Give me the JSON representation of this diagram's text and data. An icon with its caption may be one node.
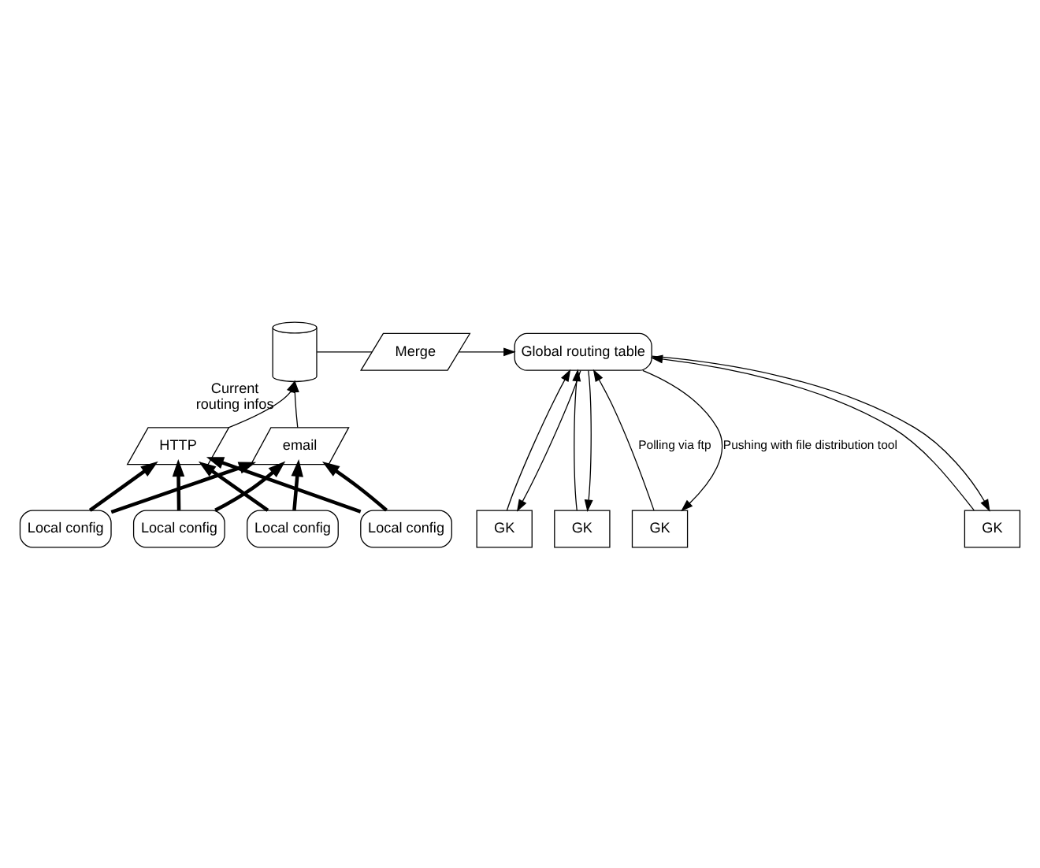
{
  "diagram": {
    "nodes": [
      {
        "text": [],
        "shape": "cylinder",
        "beside": [
          "Current routing infos"
        ]
      },
      {
        "text": [
          "Merge"
        ]
      },
      {
        "text": [
          "Global routing table"
        ]
      },
      {
        "text": [
          "HTTP"
        ]
      },
      {
        "text": [
          "email"
        ]
      },
      {
        "text": [
          "Local config"
        ]
      },
      {
        "text": [
          "Local config"
        ]
      },
      {
        "text": [
          "Local config"
        ]
      },
      {
        "text": [
          "Local config"
        ]
      },
      {
        "text": [
          "GK"
        ]
      },
      {
        "text": [
          "GK"
        ]
      },
      {
        "text": [
          "GK"
        ]
      },
      {
        "text": [
          "GK"
        ]
      }
    ],
    "edges": [
      {
        "from": 0,
        "to": 1,
        "arrow": "none"
      },
      {
        "from": 1,
        "to": 2,
        "arrow": "to"
      },
      {
        "from": 3,
        "to": 0,
        "arrow": "to"
      },
      {
        "from": 4,
        "to": 0,
        "arrow": "to"
      },
      {
        "from": 5,
        "to": 3,
        "arrow": "to",
        "style": "thick"
      },
      {
        "from": 6,
        "to": 3,
        "arrow": "to",
        "style": "thick"
      },
      {
        "from": 7,
        "to": 3,
        "arrow": "to",
        "style": "thick"
      },
      {
        "from": 8,
        "to": 3,
        "arrow": "to",
        "style": "thick"
      },
      {
        "from": 5,
        "to": 4,
        "arrow": "to",
        "style": "thick"
      },
      {
        "from": 6,
        "to": 4,
        "arrow": "to",
        "style": "thick"
      },
      {
        "from": 7,
        "to": 4,
        "arrow": "to",
        "style": "thick"
      },
      {
        "from": 8,
        "to": 4,
        "arrow": "to",
        "style": "thick"
      },
      {
        "from": 9,
        "to": 2,
        "arrow": "to",
        "label": "Polling via ftp"
      },
      {
        "from": 10,
        "to": 2,
        "arrow": "to"
      },
      {
        "from": 11,
        "to": 2,
        "arrow": "to"
      },
      {
        "from": 12,
        "to": 2,
        "arrow": "to"
      },
      {
        "from": 2,
        "to": 9,
        "arrow": "to",
        "label": "Pushing with file distribution tool"
      },
      {
        "from": 2,
        "to": 10,
        "arrow": "to"
      },
      {
        "from": 2,
        "to": 11,
        "arrow": "to"
      },
      {
        "from": 2,
        "to": 12,
        "arrow": "to"
      }
    ]
  }
}
